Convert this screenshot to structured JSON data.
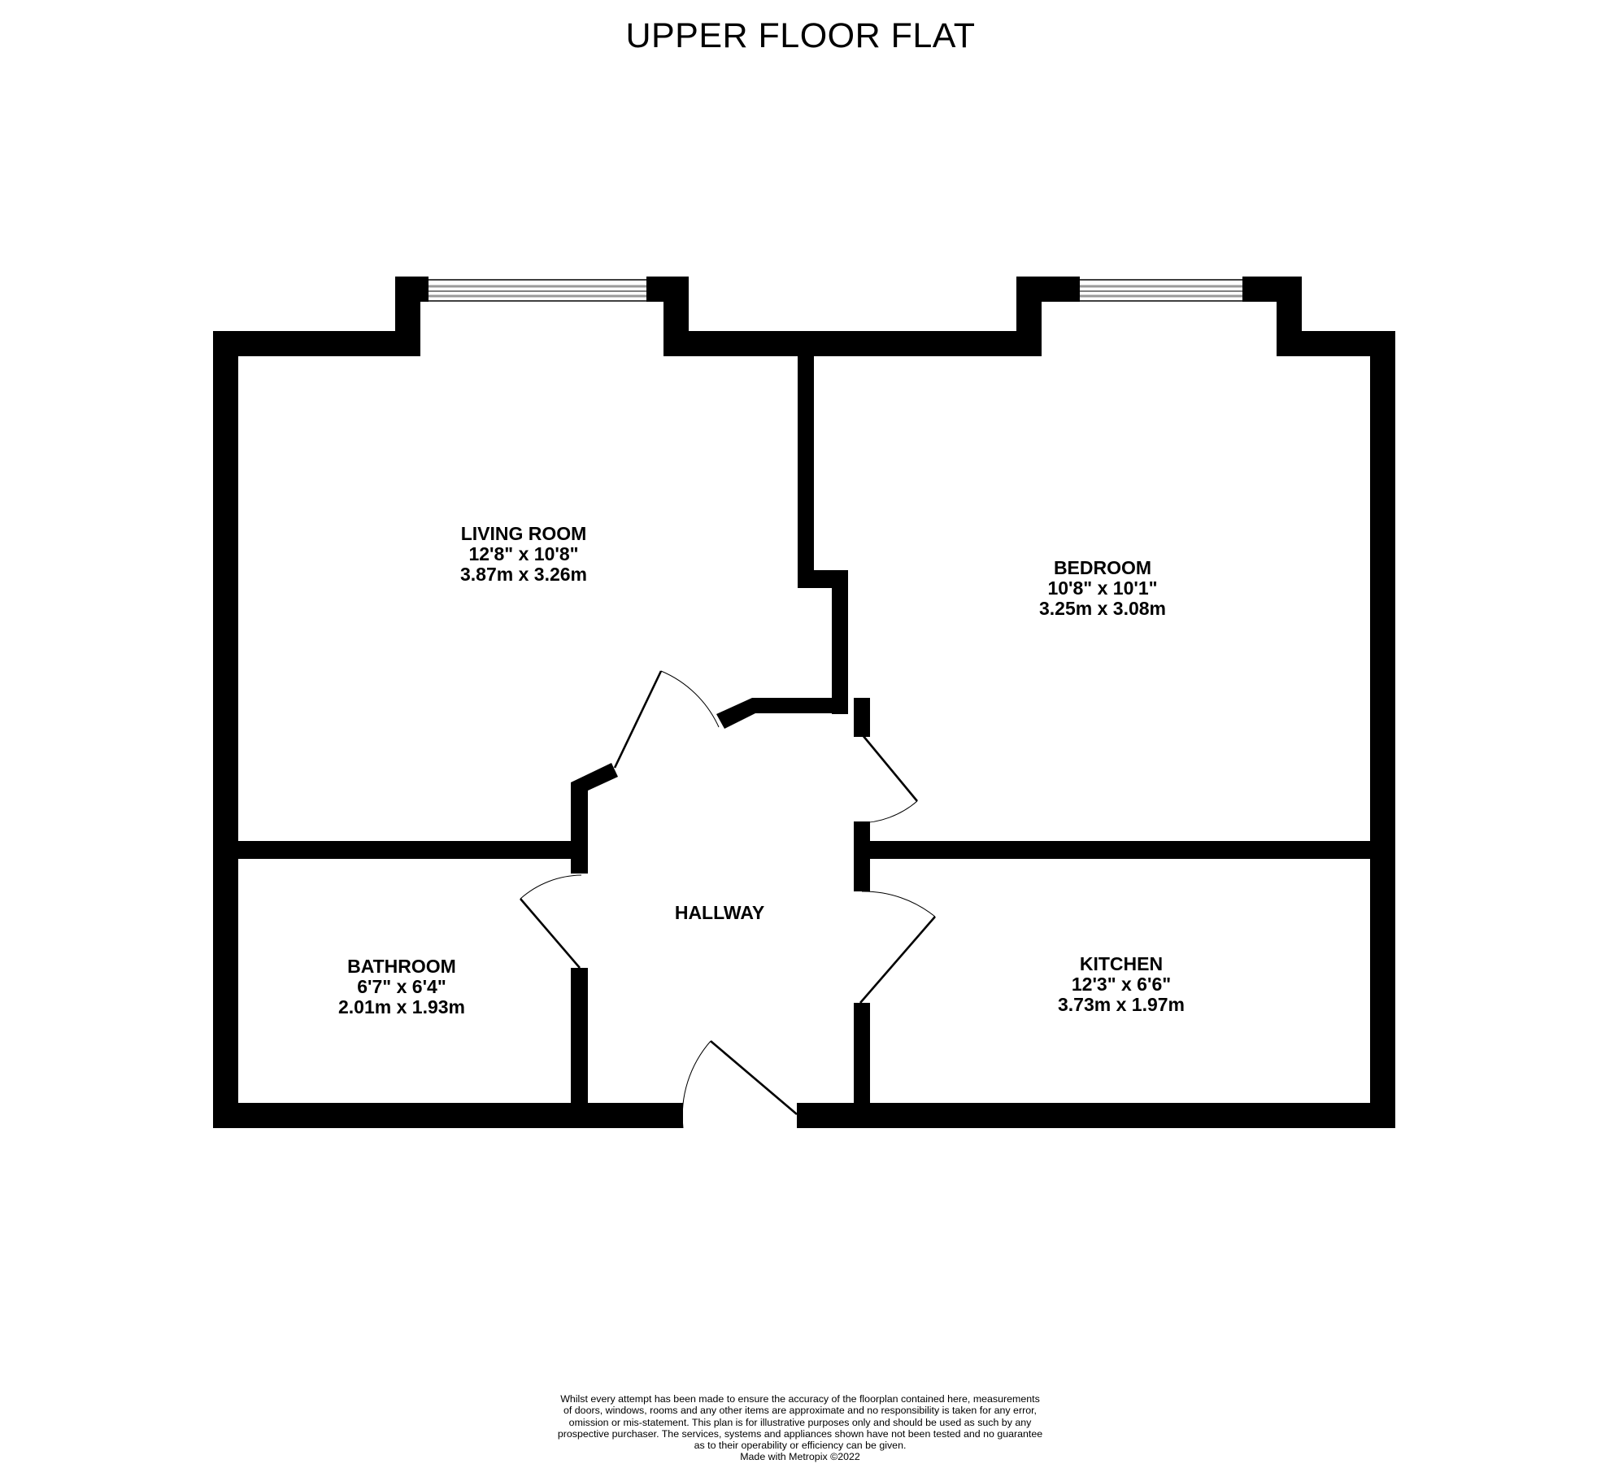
{
  "title": "UPPER FLOOR FLAT",
  "colors": {
    "wall": "#000000",
    "background": "#ffffff",
    "window_glass": "#9a9a9a"
  },
  "rooms": [
    {
      "id": "living-room",
      "name": "LIVING ROOM",
      "dim_imperial": "12'8\"  x 10'8\"",
      "dim_metric": "3.87m  x 3.26m"
    },
    {
      "id": "bedroom",
      "name": "BEDROOM",
      "dim_imperial": "10'8\"  x 10'1\"",
      "dim_metric": "3.25m  x 3.08m"
    },
    {
      "id": "hallway",
      "name": "HALLWAY"
    },
    {
      "id": "bathroom",
      "name": "BATHROOM",
      "dim_imperial": "6'7\"  x 6'4\"",
      "dim_metric": "2.01m  x 1.93m"
    },
    {
      "id": "kitchen",
      "name": "KITCHEN",
      "dim_imperial": "12'3\"  x 6'6\"",
      "dim_metric": "3.73m  x 1.97m"
    }
  ],
  "disclaimer": {
    "lines": [
      "Whilst every attempt has been made to ensure the accuracy of the floorplan contained here, measurements",
      "of doors, windows, rooms and any other items are approximate and no responsibility is taken for any error,",
      "omission or mis-statement. This plan is for illustrative purposes only and should be used as such by any",
      "prospective purchaser. The services, systems and appliances shown have not been tested and no guarantee",
      "as to their operability or efficiency can be given."
    ],
    "credit": "Made with Metropix ©2022"
  }
}
